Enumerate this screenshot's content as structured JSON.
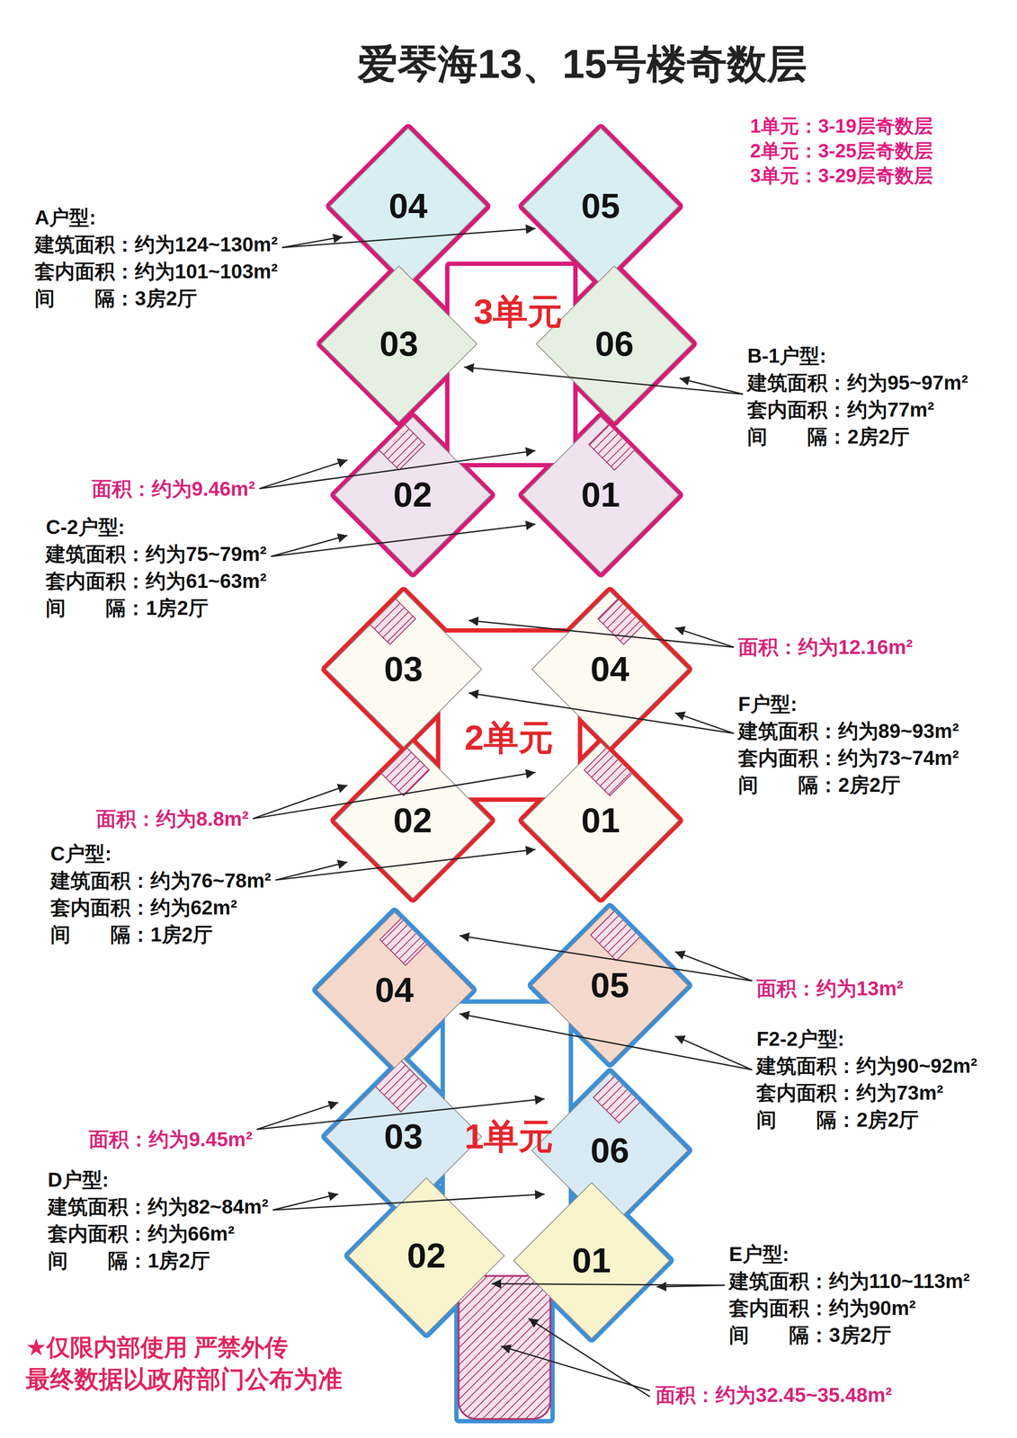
{
  "diagram": {
    "title": "爱琴海13、15号楼奇数层",
    "nodes": [
      {
        "text": [
          "A户型:",
          "建筑面积：约为124~130m²",
          "套内面积：约为101~103m²",
          "间　　隔：3房2厅"
        ]
      },
      {
        "text": [
          "3单元"
        ]
      },
      {
        "text": [
          "04"
        ],
        "in": 1
      },
      {
        "text": [
          "05"
        ],
        "in": 1
      },
      {
        "text": [
          "03"
        ],
        "in": 1
      },
      {
        "text": [
          "06"
        ],
        "in": 1
      },
      {
        "text": [
          "B-1户型:",
          "建筑面积：约为95~97m²",
          "套内面积：约为77m²",
          "间　　隔：2房2厅"
        ]
      },
      {
        "text": [
          "面积：约为9.46m²"
        ]
      },
      {
        "text": [
          "02"
        ],
        "in": 1
      },
      {
        "text": [
          "01"
        ],
        "in": 1
      },
      {
        "text": [
          "C-2户型:",
          "建筑面积：约为75~79m²",
          "套内面积：约为61~63m²",
          "间　　隔：1房2厅"
        ]
      },
      {
        "text": [
          "面积：约为12.16m²"
        ]
      },
      {
        "text": [
          "2单元"
        ]
      },
      {
        "text": [
          "03"
        ],
        "in": 12
      },
      {
        "text": [
          "04"
        ],
        "in": 12
      },
      {
        "text": [
          "F户型:",
          "建筑面积：约为89~93m²",
          "套内面积：约为73~74m²",
          "间　　隔：2房2厅"
        ]
      },
      {
        "text": [
          "面积：约为8.8m²"
        ]
      },
      {
        "text": [
          "02"
        ],
        "in": 12
      },
      {
        "text": [
          "01"
        ],
        "in": 12
      },
      {
        "text": [
          "C户型:",
          "建筑面积：约为76~78m²",
          "套内面积：约为62m²",
          "间　　隔：1房2厅"
        ]
      },
      {
        "text": [
          "面积：约为13m²"
        ]
      },
      {
        "text": [
          "1单元"
        ]
      },
      {
        "text": [
          "04"
        ],
        "in": 21
      },
      {
        "text": [
          "05"
        ],
        "in": 21
      },
      {
        "text": [
          "F2-2户型:",
          "建筑面积：约为90~92m²",
          "套内面积：约为73m²",
          "间　　隔：2房2厅"
        ]
      },
      {
        "text": [
          "面积：约为9.45m²"
        ]
      },
      {
        "text": [
          "03"
        ],
        "in": 21
      },
      {
        "text": [
          "06"
        ],
        "in": 21
      },
      {
        "text": [
          "D户型:",
          "建筑面积：约为82~84m²",
          "套内面积：约为66m²",
          "间　　隔：1房2厅"
        ]
      },
      {
        "text": [
          "02"
        ],
        "in": 21
      },
      {
        "text": [
          "01"
        ],
        "in": 21
      },
      {
        "text": [
          "E户型:",
          "建筑面积：约为110~113m²",
          "套内面积：约为90m²",
          "间　　隔：3房2厅"
        ]
      }
    ],
    "edges": [
      {
        "from": 0,
        "to": 2,
        "arrow": "to"
      },
      {
        "from": 0,
        "to": 3,
        "arrow": "to"
      },
      {
        "from": 6,
        "to": 4,
        "arrow": "to"
      },
      {
        "from": 6,
        "to": 5,
        "arrow": "to"
      },
      {
        "from": 7,
        "to": 8,
        "arrow": "to"
      },
      {
        "from": 7,
        "to": 9,
        "arrow": "to"
      },
      {
        "from": 10,
        "to": 8,
        "arrow": "to"
      },
      {
        "from": 10,
        "to": 9,
        "arrow": "to"
      },
      {
        "from": 11,
        "to": 13,
        "arrow": "to"
      },
      {
        "from": 11,
        "to": 14,
        "arrow": "to"
      },
      {
        "from": 15,
        "to": 13,
        "arrow": "to"
      },
      {
        "from": 15,
        "to": 14,
        "arrow": "to"
      },
      {
        "from": 16,
        "to": 17,
        "arrow": "to"
      },
      {
        "from": 16,
        "to": 18,
        "arrow": "to"
      },
      {
        "from": 19,
        "to": 17,
        "arrow": "to"
      },
      {
        "from": 19,
        "to": 18,
        "arrow": "to"
      },
      {
        "from": 20,
        "to": 22,
        "arrow": "to"
      },
      {
        "from": 20,
        "to": 23,
        "arrow": "to"
      },
      {
        "from": 24,
        "to": 22,
        "arrow": "to"
      },
      {
        "from": 24,
        "to": 23,
        "arrow": "to"
      },
      {
        "from": 25,
        "to": 26,
        "arrow": "to"
      },
      {
        "from": 25,
        "to": 27,
        "arrow": "to"
      },
      {
        "from": 28,
        "to": 26,
        "arrow": "to"
      },
      {
        "from": 28,
        "to": 27,
        "arrow": "to"
      },
      {
        "from": 31,
        "to": 29,
        "arrow": "to"
      },
      {
        "from": 31,
        "to": 30,
        "arrow": "to"
      }
    ],
    "labels": [
      "1单元：3-19层奇数层",
      "2单元：3-25层奇数层",
      "3单元：3-29层奇数层",
      "面积：约为32.45~35.48m²",
      "★仅限内部使用 严禁外传",
      "最终数据以政府部门公布为准"
    ]
  }
}
